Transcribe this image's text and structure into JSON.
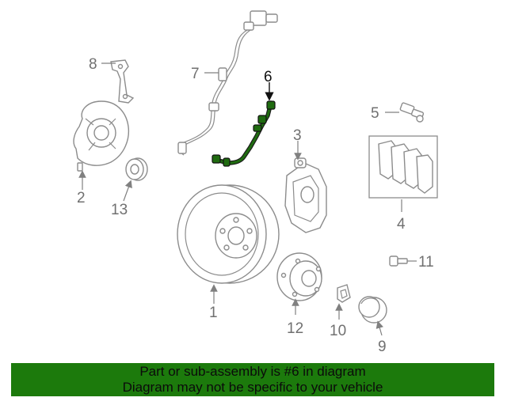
{
  "diagram": {
    "callouts": {
      "c1": "1",
      "c2": "2",
      "c3": "3",
      "c4": "4",
      "c5": "5",
      "c6": "6",
      "c7": "7",
      "c8": "8",
      "c9": "9",
      "c10": "10",
      "c11": "11",
      "c12": "12",
      "c13": "13"
    },
    "highlight_color": "#1f6b10"
  },
  "footer": {
    "line1": "Part or sub-assembly is #6 in diagram",
    "line2": "Diagram may not be specific to your vehicle",
    "background": "#1c7a0c"
  }
}
